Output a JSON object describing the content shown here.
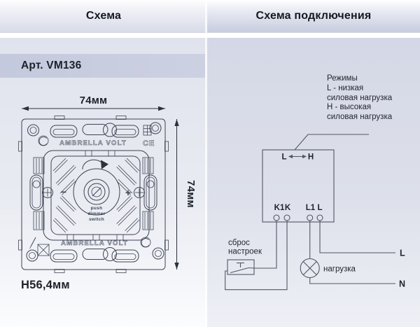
{
  "header": {
    "tab_scheme": "Схема",
    "tab_wiring": "Схема подключения"
  },
  "scheme_panel": {
    "article": "Арт. VM136",
    "width_dim": "74мм",
    "height_dim": "74мм",
    "depth_dim": "H56,4мм",
    "brand": "AMBRELLA VOLT",
    "ce": "CE",
    "minus": "−",
    "plus": "+",
    "knob_text_1": "push",
    "knob_text_2": "dimmer",
    "knob_text_3": "switch"
  },
  "wiring_panel": {
    "modes_title": "Режимы",
    "modes_line_1": "L - низкая",
    "modes_line_2": "силовая нагрузка",
    "modes_line_3": "H - высокая",
    "modes_line_4": "силовая нагрузка",
    "mode_low": "L",
    "mode_high": "H",
    "terminal_k1": "K1",
    "terminal_k": "K",
    "terminal_l1": "L1",
    "terminal_l": "L",
    "reset_line_1": "сброс",
    "reset_line_2": "настроек",
    "load_label": "нагрузка",
    "phase_label": "L",
    "neutral_label": "N"
  },
  "colors": {
    "line": "#3d4452",
    "text": "#1d2129",
    "band": "#c6cbde",
    "panel_left_top": "#e0e3ed",
    "panel_right_top": "#d4d8e6"
  }
}
